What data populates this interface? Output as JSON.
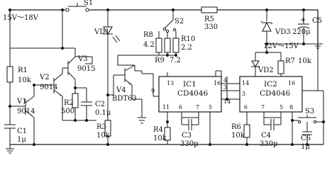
{
  "supply": {
    "switch_label": "S1",
    "voltage": "15V～18V"
  },
  "diode_vd1": "VD1",
  "s2_label": "S2",
  "r5": {
    "label": "R5",
    "value": "330"
  },
  "r8": {
    "label": "R8",
    "value": "4.2"
  },
  "r9": {
    "label": "R9",
    "value": "7.2"
  },
  "r10": {
    "label": "R10",
    "value": "2.2"
  },
  "c5": {
    "label": "C5",
    "value": "220μ"
  },
  "vd3": "VD3",
  "reg_voltage": "12V～15V",
  "r7": {
    "label": "R7",
    "value": "10k"
  },
  "vd2": "VD2",
  "r1": {
    "label": "R1",
    "value": "10k"
  },
  "v1": {
    "label": "V1",
    "type": "9014"
  },
  "v2": {
    "label": "V2",
    "type": "9014"
  },
  "v3": {
    "label": "V3",
    "type": "9015"
  },
  "v4": {
    "label": "V4",
    "type": "BDT63"
  },
  "r2": {
    "label": "R2",
    "value": "500"
  },
  "c2": {
    "label": "C2",
    "value": "0.1μ"
  },
  "r3": {
    "label": "R3",
    "value": "10k"
  },
  "c1": {
    "label": "C1",
    "value": "1μ"
  },
  "ic1": {
    "label": "IC1",
    "chip": "CD4046"
  },
  "ic2": {
    "label": "IC2",
    "chip": "CD4046"
  },
  "c3": {
    "label": "C3",
    "value": "330p"
  },
  "c4": {
    "label": "C4",
    "value": "330p"
  },
  "r4": {
    "label": "R4",
    "value": "10k"
  },
  "r6": {
    "label": "R6",
    "value": "10k"
  },
  "s3": "S3",
  "c6": {
    "label": "C6",
    "value": "1μ"
  },
  "pins": {
    "p13": "13",
    "p9": "9",
    "p6": "6",
    "p11": "11",
    "p7": "7",
    "p5": "5",
    "p8": "8",
    "p14": "14",
    "p4": "4",
    "p3": "3",
    "p16": "16"
  }
}
